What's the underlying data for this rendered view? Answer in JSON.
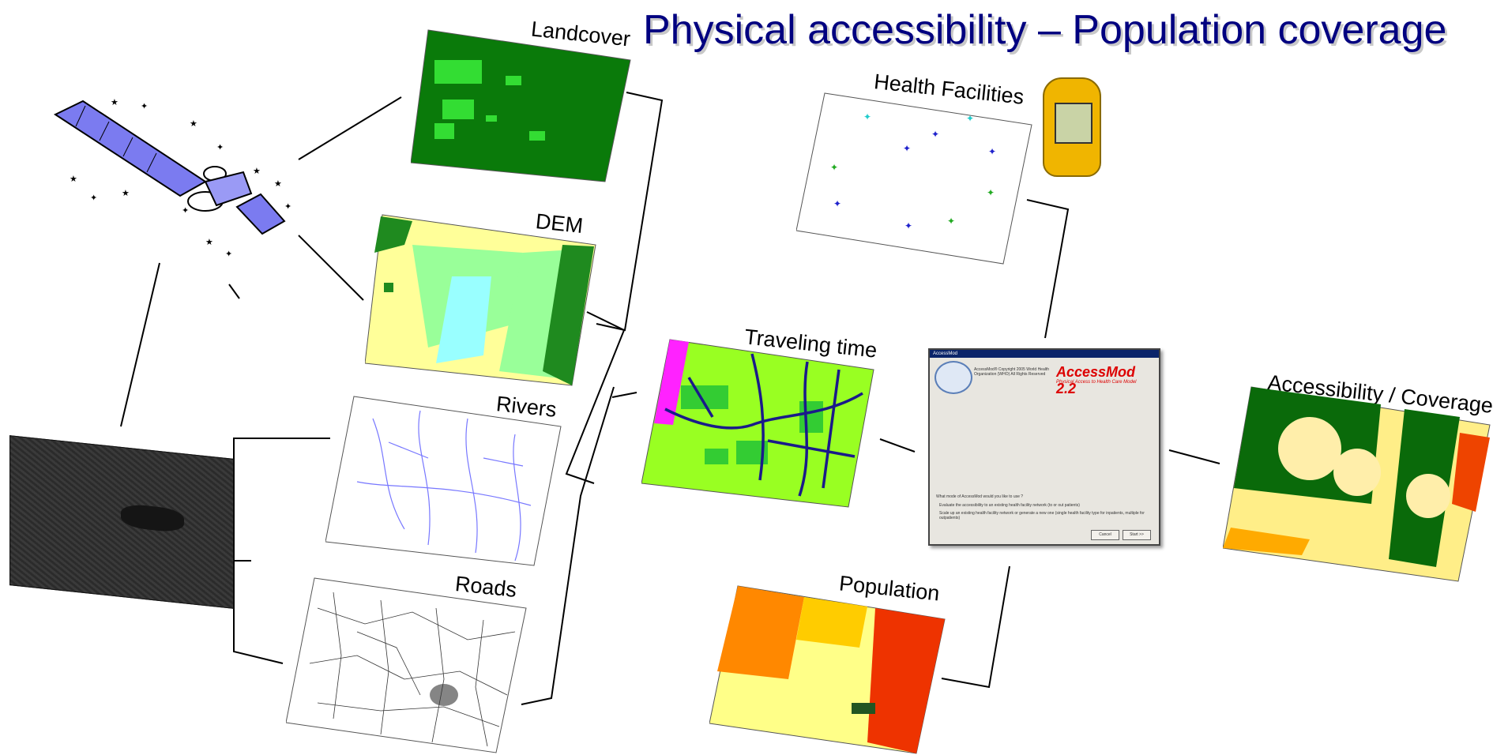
{
  "title": "Physical accessibility – Population coverage",
  "labels": {
    "landcover": "Landcover",
    "dem": "DEM",
    "rivers": "Rivers",
    "roads": "Roads",
    "health_facilities": "Health Facilities",
    "traveling_time": "Traveling time",
    "population": "Population",
    "accessibility": "Accessibility / Coverage"
  },
  "dialog": {
    "window_title": "AccessMod",
    "brand": "AccessMod 2.2",
    "tagline": "Physical Access to Health Care Model",
    "copyright": "AccessMod® Copyright 2005 World Health Organization (WHO) All Rights Reserved",
    "question": "What mode of AccessMod would you like to use ?",
    "option1": "Evaluate the accessibility to an existing health facility network (to or out patients)",
    "option2": "Scale up an existing health facility network or generate a new one (single health facility type for inpatients, multiple for outpatients)",
    "cancel": "Cancel",
    "start": "Start >>"
  },
  "icons": {
    "satellite": "satellite-icon",
    "gps": "gps-device-icon"
  },
  "colors": {
    "title": "#000080",
    "landcover_forest": "#0a7a0a",
    "landcover_light": "#33dd33",
    "dem_yellow": "#ffff99",
    "dem_green": "#99ff99",
    "dem_cyan": "#99ffff",
    "rivers": "#7777ff",
    "travel_green": "#99ff22",
    "travel_roads": "#1a1a8a",
    "population_red": "#ee3300",
    "population_yellow": "#ffff88"
  }
}
